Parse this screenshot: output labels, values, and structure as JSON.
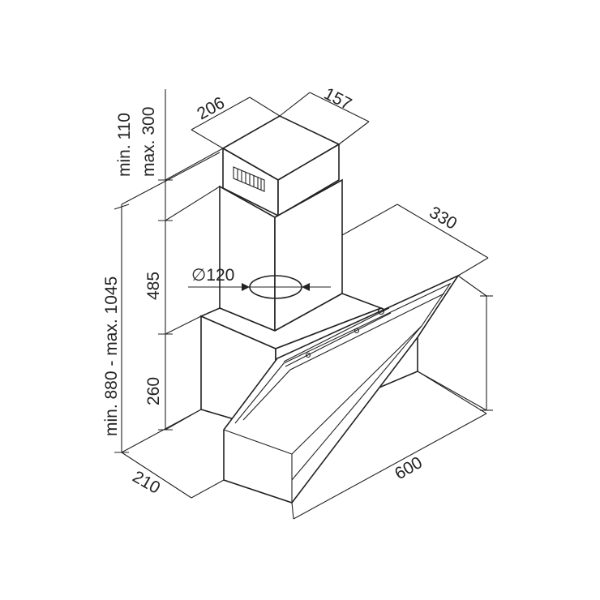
{
  "dimensions": {
    "chimney_width": "206",
    "chimney_depth": "157",
    "chimney_extension": {
      "min": "min. 110",
      "max": "max. 300"
    },
    "total_height": "min. 880 - max. 1045",
    "chimney_height": "485",
    "body_height": "260",
    "outlet_diameter": "∅120",
    "canopy_depth": "330",
    "hood_width": "600",
    "body_depth": "210"
  },
  "colors": {
    "line": "#222222",
    "background": "#ffffff"
  }
}
